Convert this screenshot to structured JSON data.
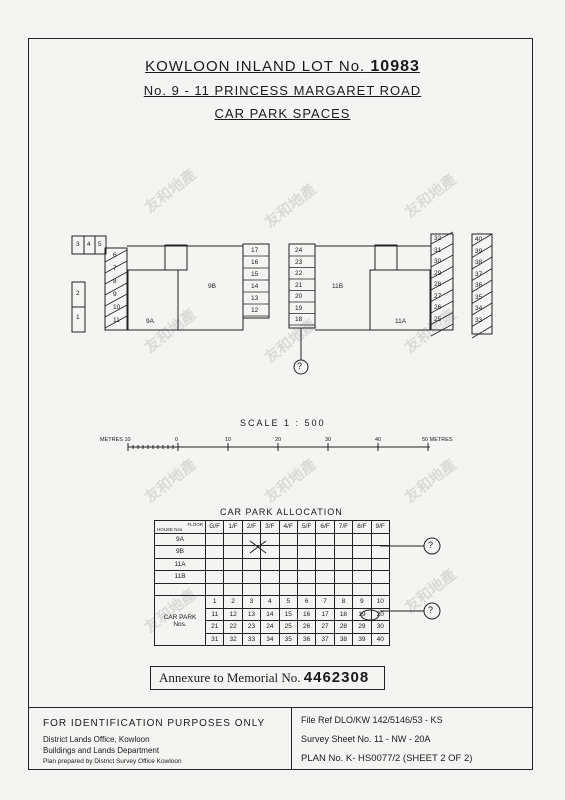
{
  "title": {
    "line1_prefix": "KOWLOON INLAND LOT No.",
    "line1_number": "10983",
    "line2": "No. 9 - 11 PRINCESS MARGARET ROAD",
    "line3": "CAR PARK SPACES"
  },
  "plan": {
    "boxes_left_top": [
      "3",
      "4",
      "5"
    ],
    "boxes_left_bottom": [
      "2",
      "1"
    ],
    "diag_left": [
      "6",
      "7",
      "8",
      "9",
      "10",
      "11"
    ],
    "col_9b": [
      "17",
      "16",
      "15",
      "14",
      "13",
      "12"
    ],
    "col_11b_left": [
      "24",
      "23",
      "22",
      "21",
      "20",
      "19",
      "18"
    ],
    "diag_right_a": [
      "32",
      "31",
      "30",
      "29",
      "28",
      "27",
      "26",
      "25"
    ],
    "diag_right_b": [
      "40",
      "39",
      "38",
      "37",
      "36",
      "35",
      "34",
      "33"
    ],
    "block_labels": [
      "9A",
      "9B",
      "11B",
      "11A"
    ],
    "marker": "?"
  },
  "scale": {
    "title": "SCALE 1 : 500",
    "ticks": [
      "METRES 10",
      "0",
      "10",
      "20",
      "30",
      "40",
      "50 METRES"
    ]
  },
  "allocation": {
    "title": "CAR PARK ALLOCATION",
    "header_floor": "FLOOR",
    "header_house": "HOUSE Nos",
    "floors": [
      "G/F",
      "1/F",
      "2/F",
      "3/F",
      "4/F",
      "5/F",
      "6/F",
      "7/F",
      "8/F",
      "9/F"
    ],
    "houses": [
      "9A",
      "9B",
      "11A",
      "11B"
    ],
    "car_park_label": "CAR PARK",
    "nos_label": "Nos.",
    "numbers": [
      [
        "1",
        "2",
        "3",
        "4",
        "5",
        "6",
        "7",
        "8",
        "9",
        "10"
      ],
      [
        "11",
        "12",
        "13",
        "14",
        "15",
        "16",
        "17",
        "18",
        "19",
        "20"
      ],
      [
        "21",
        "22",
        "23",
        "24",
        "25",
        "26",
        "27",
        "28",
        "29",
        "30"
      ],
      [
        "31",
        "32",
        "33",
        "34",
        "35",
        "36",
        "37",
        "38",
        "39",
        "40"
      ]
    ]
  },
  "annexure": {
    "label": "Annexure to Memorial No.",
    "number": "4462308"
  },
  "footer": {
    "identification": "FOR IDENTIFICATION PURPOSES ONLY",
    "office1": "District Lands Office, Kowloon",
    "office2": "Buildings and Lands Department",
    "prepared": "Plan prepared by District Survey Office Kowloon",
    "file_ref": "File Ref DLO/KW 142/5146/53 - KS",
    "survey_sheet": "Survey Sheet No. 11 - NW - 20A",
    "plan_no": "PLAN No. K- HS0077/2 (SHEET 2 OF 2)"
  },
  "watermark": "友和地產"
}
